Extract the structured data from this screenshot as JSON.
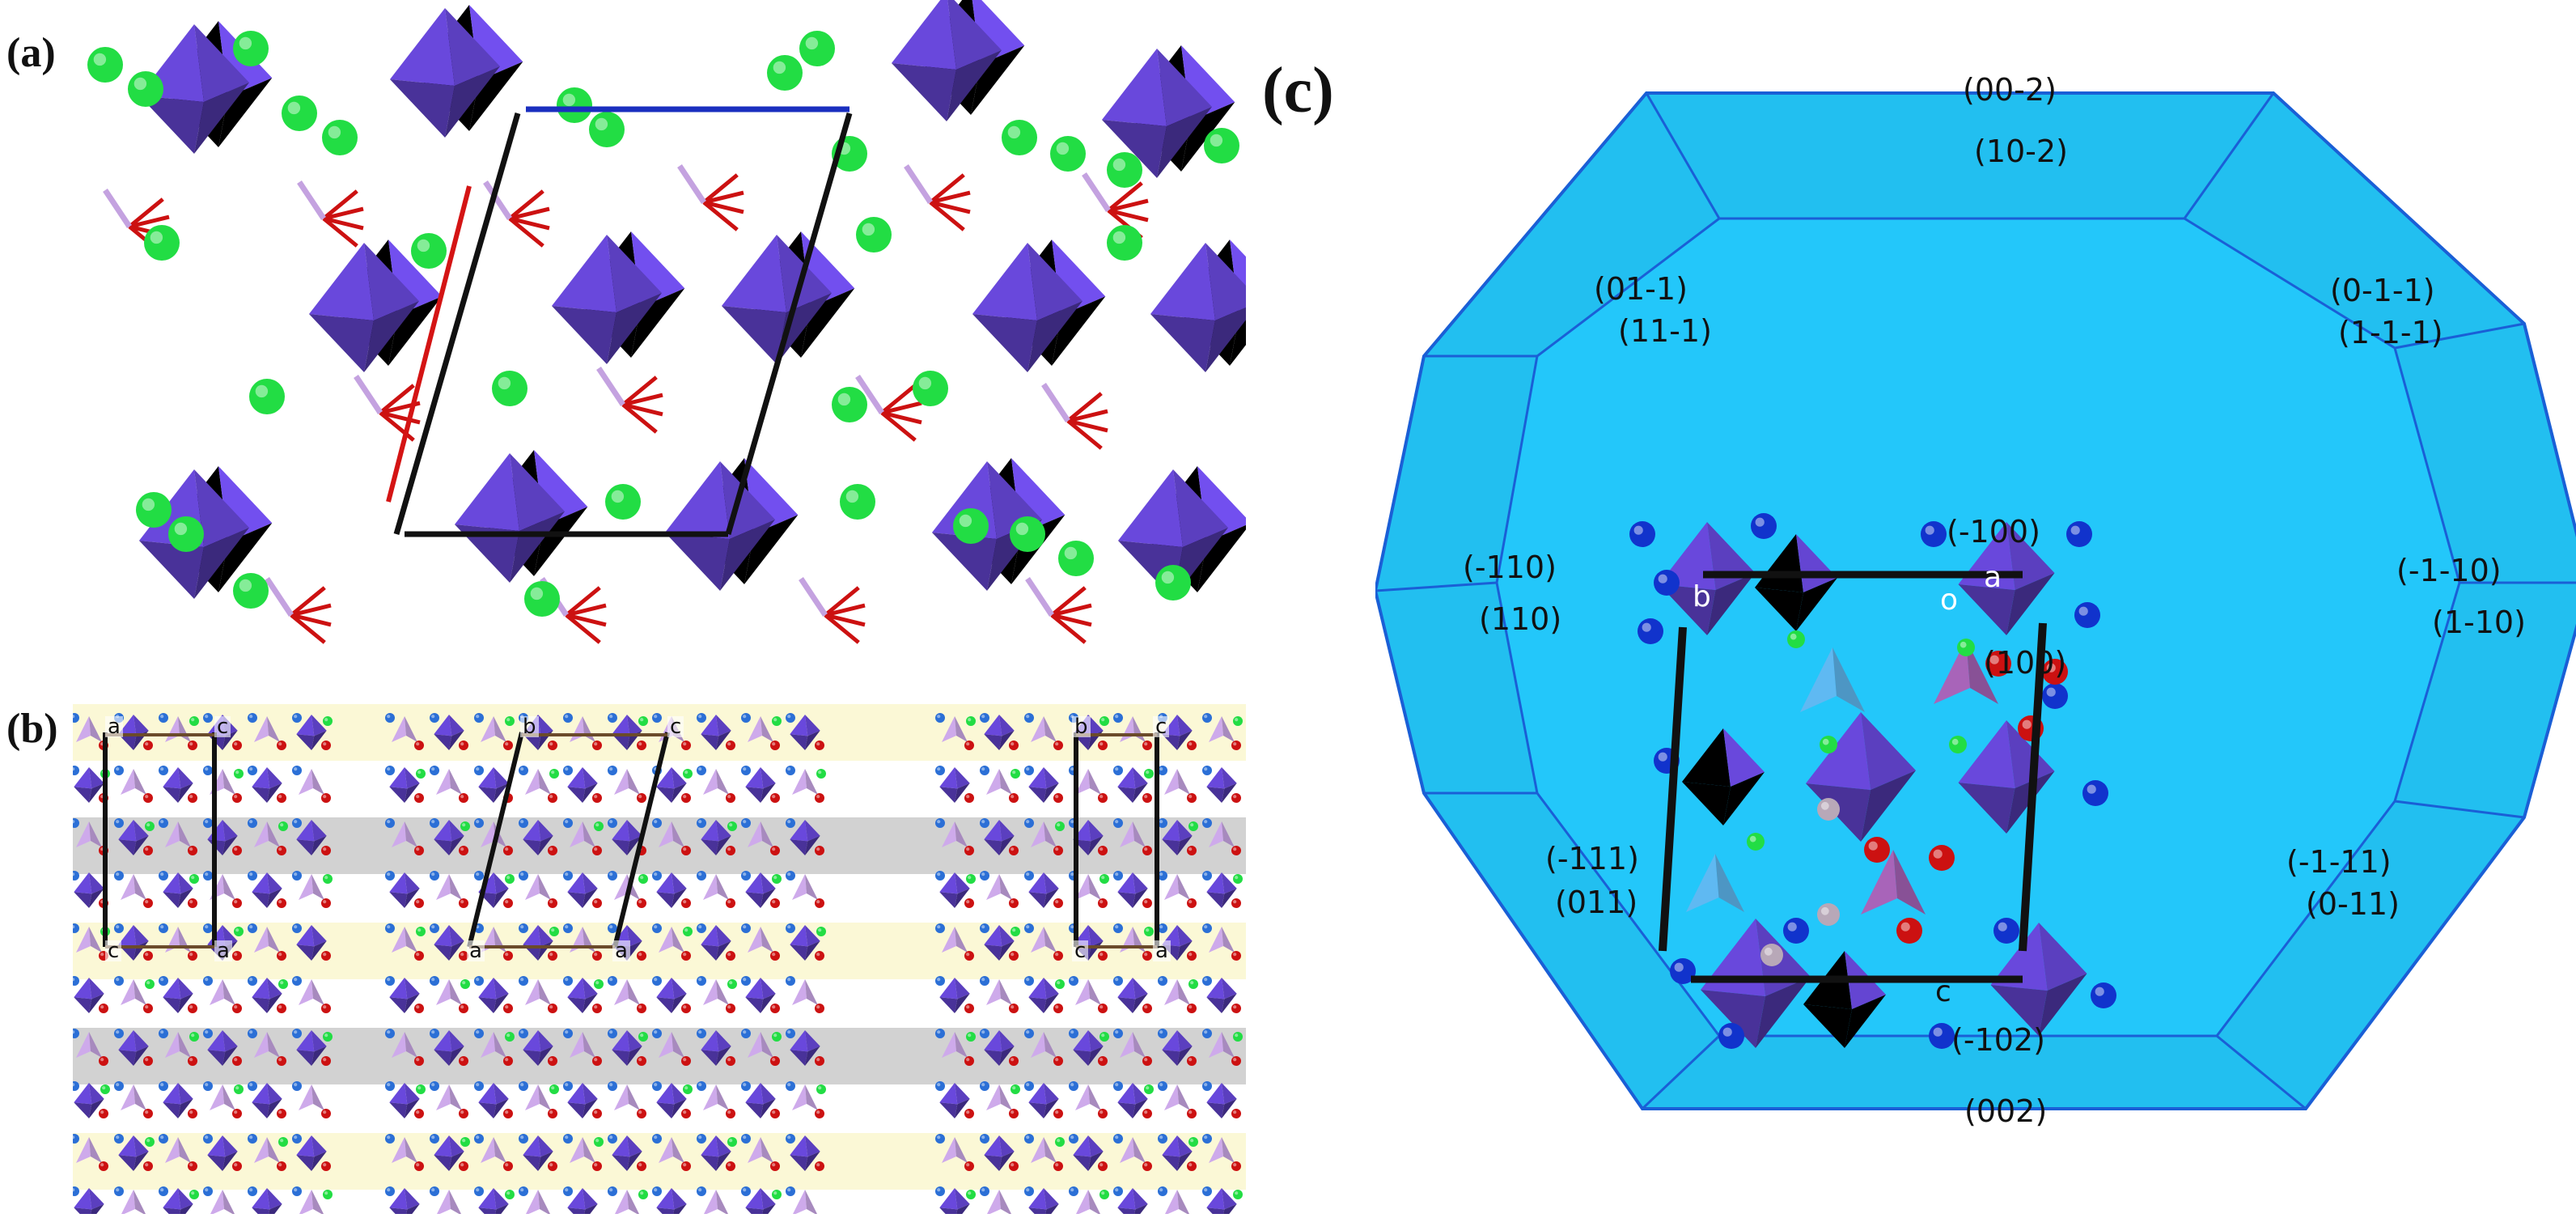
{
  "figure": {
    "panel_labels": {
      "a": "(a)",
      "b": "(b)",
      "c": "(c)"
    },
    "panel_b": {
      "view1_labels": [
        "a",
        "c",
        "c",
        "a"
      ],
      "view2_labels": [
        "b",
        "c",
        "a",
        "a"
      ],
      "view3_labels": [
        "b",
        "c",
        "c",
        "a"
      ]
    },
    "panel_c": {
      "faces": [
        "(00-2)",
        "(10-2)",
        "(01-1)",
        "(11-1)",
        "(0-1-1)",
        "(1-1-1)",
        "(-110)",
        "(110)",
        "(-1-10)",
        "(1-10)",
        "(-111)",
        "(011)",
        "(-1-11)",
        "(0-11)",
        "(002)",
        "(-100)",
        "(100)",
        "(-102)"
      ],
      "axes": {
        "a": "a",
        "b": "b",
        "c": "c",
        "o": "o"
      }
    },
    "colors": {
      "octahedron": "#5b3fbf",
      "tetrahedron": "#c4a2e0",
      "chlorine": "#22dd44",
      "oxygen": "#cc1111",
      "nitrogen": "#1133cc",
      "crystal_face": "#22bff0",
      "layer_yellow": "#fbf8d6",
      "layer_gray": "#d2d2d2"
    }
  }
}
